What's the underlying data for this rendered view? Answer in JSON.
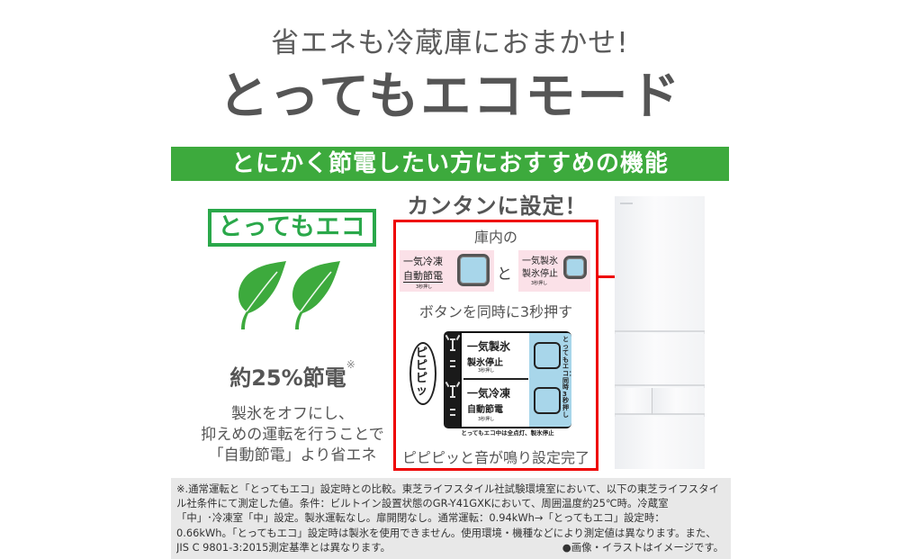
{
  "header": {
    "subtitle": "省エネも冷蔵庫におまかせ!",
    "title": "とってもエコモード"
  },
  "banner": {
    "text": "とにかく節電したい方におすすめの機能",
    "color": "#3daa3d"
  },
  "left_section": {
    "badge": "とってもエコ",
    "badge_color": "#2aa84a",
    "icon": "leaf-icon",
    "saving_text": "約25%節電",
    "saving_mark": "※",
    "description": [
      "製氷をオフにし、",
      "抑えめの運転を行うことで",
      "「自動節電」より省エネ"
    ]
  },
  "setup_section": {
    "title": "カンタンに設定！",
    "inside_label": "庫内の",
    "button1": {
      "line1": "一気冷凍",
      "line2": "自動節電",
      "sub": "3秒押し"
    },
    "conjunction": "と",
    "button2": {
      "line1": "一気製氷",
      "line2": "製氷停止",
      "sub": "3秒押し"
    },
    "instruction": "ボタンを同時に3秒押す",
    "diagram": {
      "bubble": "ピピピッ",
      "row1_line1": "一気製氷",
      "row1_line2": "製氷停止",
      "row1_sub": "3秒押し",
      "row2_line1": "一気冷凍",
      "row2_line2": "自動節電",
      "row2_sub": "3秒押し",
      "vertical_label": "とってもエコ：同時3秒押し",
      "caption": "とってもエコ中は全点灯、製氷停止"
    },
    "completion": "ピピピッと音が鳴り設定完了",
    "highlight_color": "#ee0000"
  },
  "product": {
    "image": "refrigerator-image"
  },
  "footnote": {
    "lines": [
      "※.通常運転と「とってもエコ」設定時との比較。東芝ライフスタイル社試験環境室において、以下の東芝ライフスタイ",
      "ル社条件にて測定した値。条件：ビルトイン設置状態のGR-Y41GXKにおいて、周囲温度約25℃時。冷蔵室",
      "「中」･冷凍室「中」設定。製氷運転なし。扉開閉なし。通常運転：0.94kWh→「とってもエコ」設定時：",
      "0.66kWh。「とってもエコ」設定時は製氷を使用できません。使用環境・機種などにより測定値は異なります。また、",
      "JIS C 9801-3:2015測定基準とは異なります。"
    ],
    "credit": "●画像・イラストはイメージです。"
  }
}
